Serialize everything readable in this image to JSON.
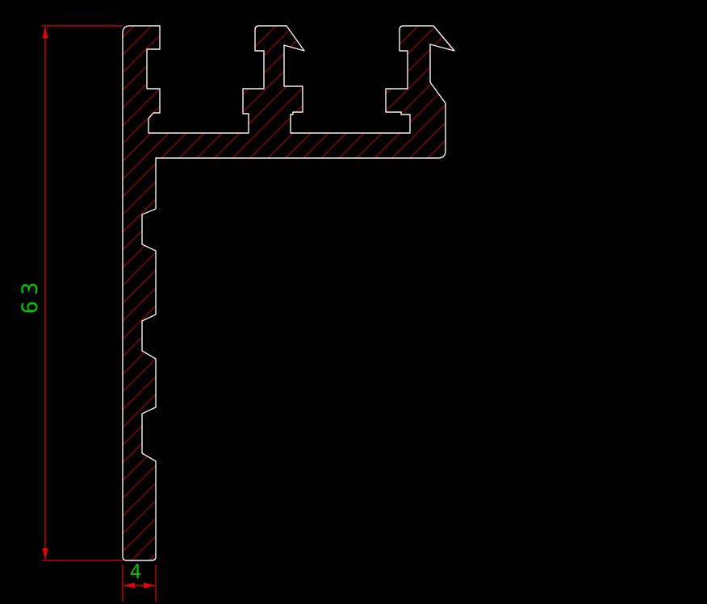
{
  "drawing": {
    "description": "extruded-profile-cross-section",
    "dimensions": {
      "height": {
        "value": "63"
      },
      "width": {
        "value": "4"
      }
    },
    "colors": {
      "background": "#000000",
      "outline": "#f2f2f2",
      "hatch": "#b00000",
      "dimension": "#ee0000",
      "dimtext": "#00c800"
    }
  }
}
